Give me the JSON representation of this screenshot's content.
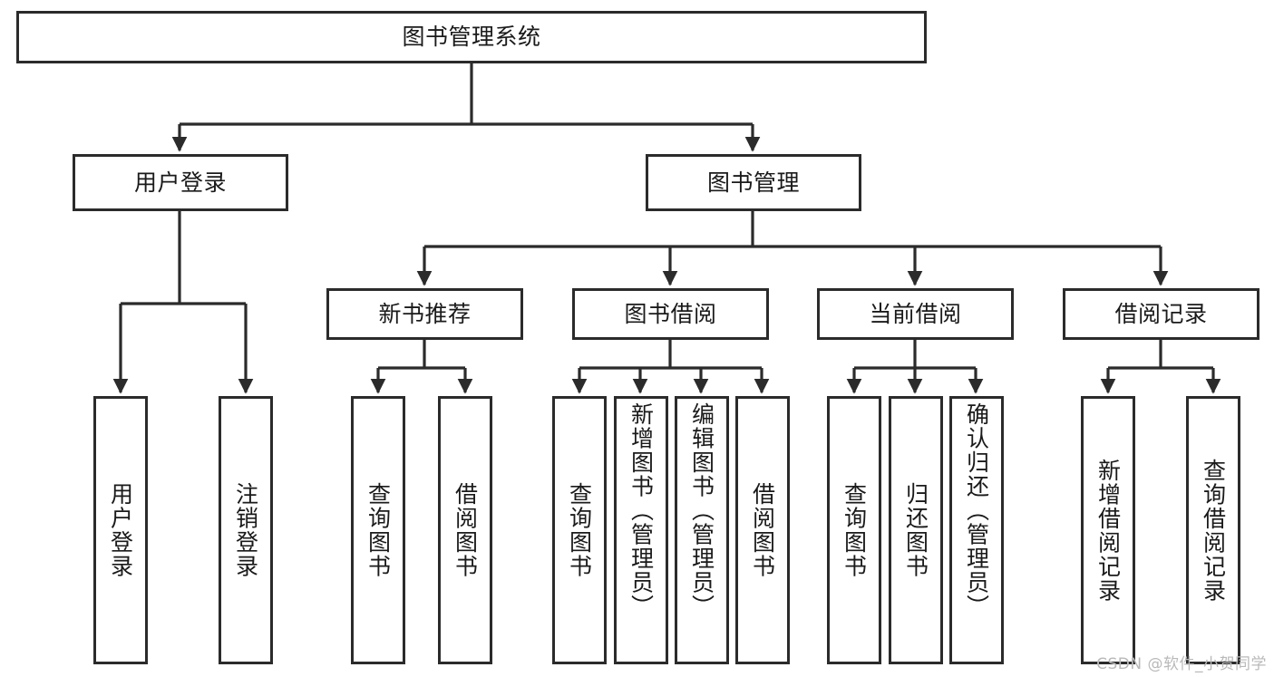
{
  "diagram": {
    "title": "图书管理系统",
    "type": "tree-hierarchy-diagram",
    "watermark": "CSDN @软件_小贺同学",
    "colors": {
      "background": "#ffffff",
      "box_border": "#2b2b2b",
      "box_fill": "#ffffff",
      "text": "#1a1a1a",
      "edge": "#2b2b2b",
      "watermark": "#b9b9b9"
    },
    "nodes": {
      "root": {
        "label": "图书管理系统"
      },
      "level1": [
        {
          "label": "用户登录"
        },
        {
          "label": "图书管理"
        }
      ],
      "level2": [
        {
          "label": "新书推荐"
        },
        {
          "label": "图书借阅"
        },
        {
          "label": "当前借阅"
        },
        {
          "label": "借阅记录"
        }
      ],
      "leaves": {
        "user_login": [
          {
            "label": "用户登录"
          },
          {
            "label": "注销登录"
          }
        ],
        "new_book_recommend": [
          {
            "label": "查询图书"
          },
          {
            "label": "借阅图书"
          }
        ],
        "book_borrow": [
          {
            "label": "查询图书"
          },
          {
            "label": "新增图书（管理员）"
          },
          {
            "label": "编辑图书（管理员）"
          },
          {
            "label": "借阅图书"
          }
        ],
        "current_borrow": [
          {
            "label": "查询图书"
          },
          {
            "label": "归还图书"
          },
          {
            "label": "确认归还（管理员）"
          }
        ],
        "borrow_records": [
          {
            "label": "新增借阅记录"
          },
          {
            "label": "查询借阅记录"
          }
        ]
      }
    }
  }
}
